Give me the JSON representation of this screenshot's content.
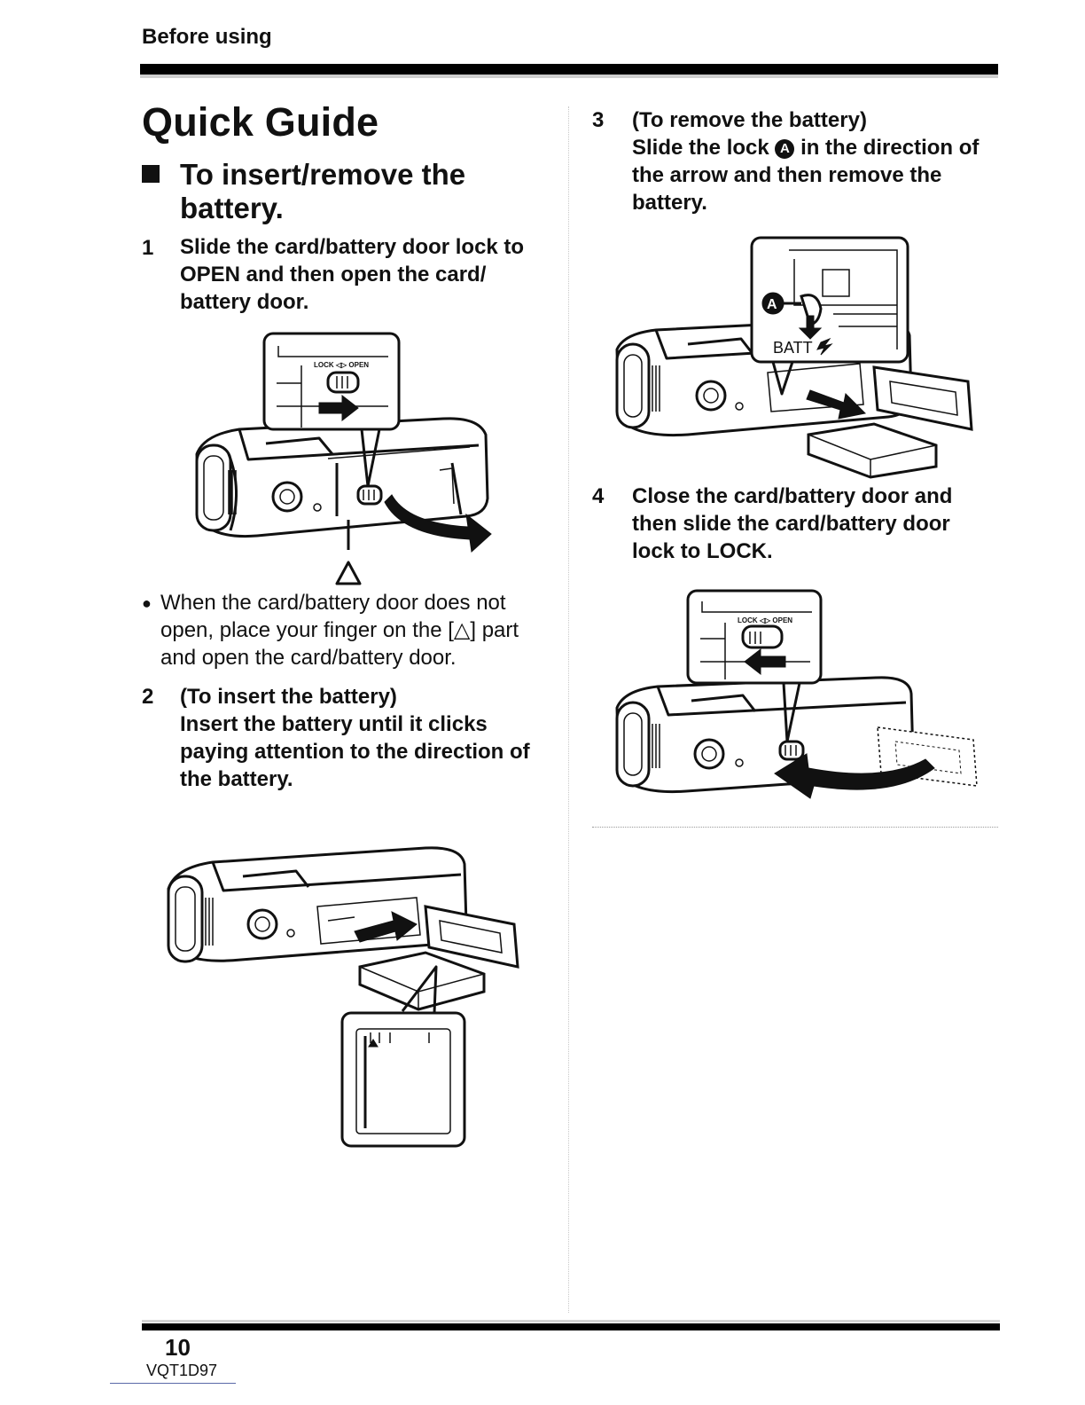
{
  "header": {
    "section": "Before using"
  },
  "title": "Quick Guide",
  "subheading": "To insert/remove the battery.",
  "steps": [
    {
      "num": "1",
      "text": "Slide the card/battery door lock to OPEN and then open the card/ battery door."
    },
    {
      "num": "2",
      "heading": "(To insert the battery)",
      "text": "Insert the battery until it clicks paying attention to the direction of the battery."
    },
    {
      "num": "3",
      "heading": "(To remove the battery)",
      "text_before": "Slide the lock",
      "marker": "A",
      "text_after": "in the direction of the arrow and then remove the battery."
    },
    {
      "num": "4",
      "text": "Close the card/battery door and then slide the card/battery door lock to LOCK."
    }
  ],
  "note": {
    "before": "When the card/battery door does not open, place your finger on the [",
    "symbol": "△",
    "after": "] part and open the card/battery door."
  },
  "figures": {
    "lock_label": "LOCK ◁▷ OPEN",
    "triangle_mark": "△",
    "marker_a": "A",
    "batt_label": "BATT"
  },
  "footer": {
    "page_number": "10",
    "doc_code": "VQT1D97"
  }
}
